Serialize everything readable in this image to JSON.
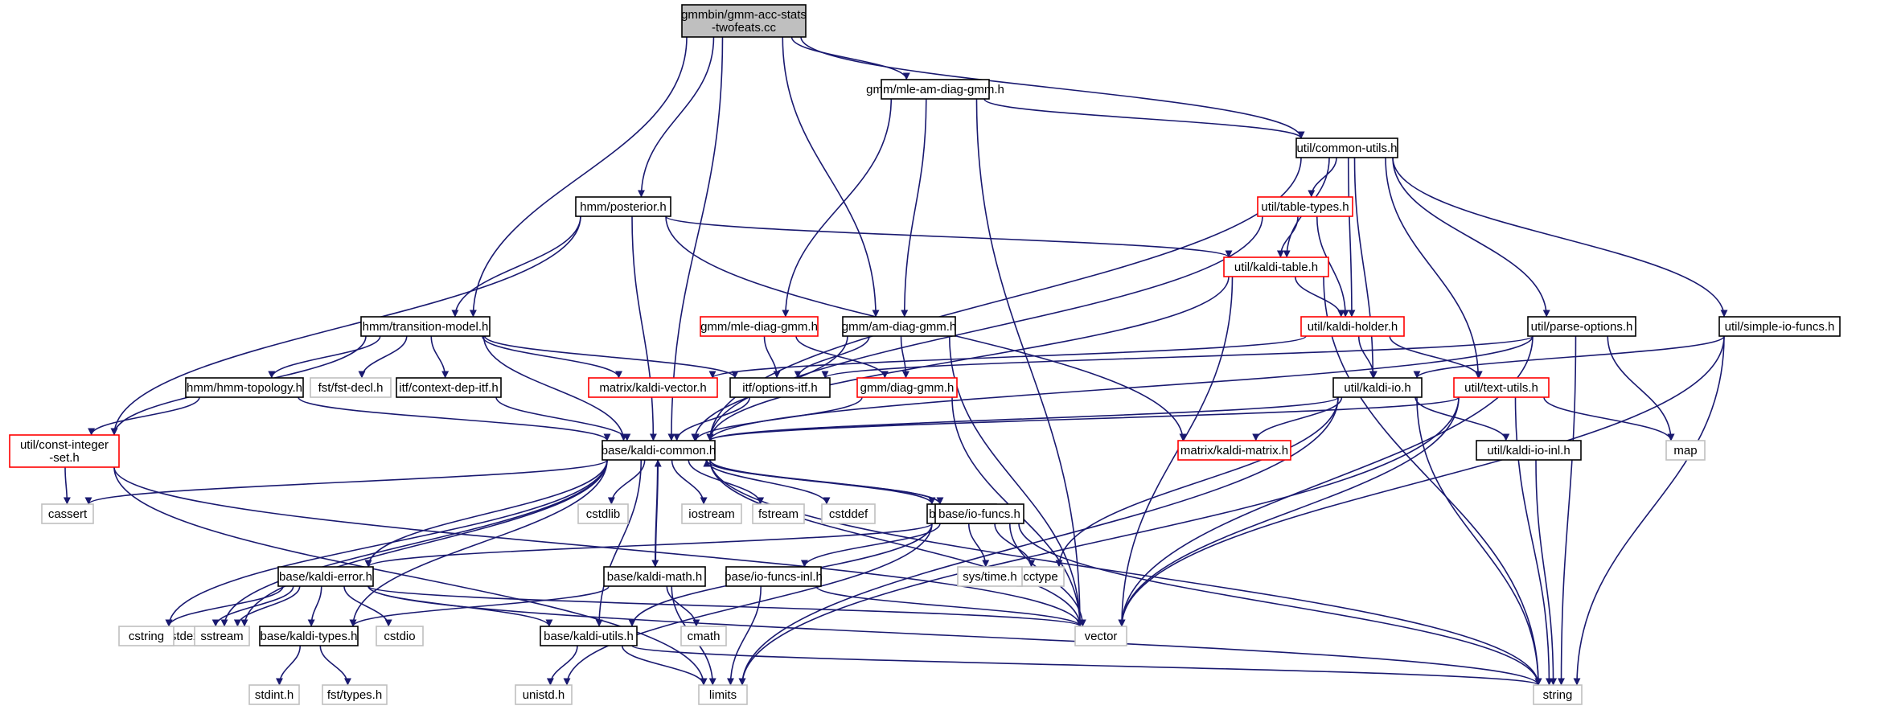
{
  "colors": {
    "edge": "#191970",
    "root_fill": "#bfbfbf",
    "root_border": "#000000",
    "documented_border": "#000000",
    "truncated_border": "#ff0000",
    "external_border": "#bfbfbf",
    "external_text": "#000000",
    "background": "#ffffff"
  },
  "nodes": [
    {
      "id": "root",
      "lines": [
        "gmmbin/gmm-acc-stats",
        "-twofeats.cc"
      ],
      "kind": "root"
    },
    {
      "id": "mle_am",
      "lines": [
        "gmm/mle-am-diag-gmm.h"
      ],
      "kind": "documented"
    },
    {
      "id": "common_utils",
      "lines": [
        "util/common-utils.h"
      ],
      "kind": "documented"
    },
    {
      "id": "posterior",
      "lines": [
        "hmm/posterior.h"
      ],
      "kind": "documented"
    },
    {
      "id": "table_types",
      "lines": [
        "util/table-types.h"
      ],
      "kind": "truncated"
    },
    {
      "id": "kaldi_table",
      "lines": [
        "util/kaldi-table.h"
      ],
      "kind": "truncated"
    },
    {
      "id": "transition_model",
      "lines": [
        "hmm/transition-model.h"
      ],
      "kind": "documented"
    },
    {
      "id": "mle_diag",
      "lines": [
        "gmm/mle-diag-gmm.h"
      ],
      "kind": "truncated"
    },
    {
      "id": "am_diag",
      "lines": [
        "gmm/am-diag-gmm.h"
      ],
      "kind": "documented"
    },
    {
      "id": "kaldi_holder",
      "lines": [
        "util/kaldi-holder.h"
      ],
      "kind": "truncated"
    },
    {
      "id": "parse_options",
      "lines": [
        "util/parse-options.h"
      ],
      "kind": "documented"
    },
    {
      "id": "simple_io",
      "lines": [
        "util/simple-io-funcs.h"
      ],
      "kind": "documented"
    },
    {
      "id": "hmm_topology",
      "lines": [
        "hmm/hmm-topology.h"
      ],
      "kind": "documented"
    },
    {
      "id": "fst_decl",
      "lines": [
        "fst/fst-decl.h"
      ],
      "kind": "external"
    },
    {
      "id": "context_dep",
      "lines": [
        "itf/context-dep-itf.h"
      ],
      "kind": "documented"
    },
    {
      "id": "kaldi_vector",
      "lines": [
        "matrix/kaldi-vector.h"
      ],
      "kind": "truncated"
    },
    {
      "id": "options_itf",
      "lines": [
        "itf/options-itf.h"
      ],
      "kind": "documented"
    },
    {
      "id": "diag_gmm",
      "lines": [
        "gmm/diag-gmm.h"
      ],
      "kind": "truncated"
    },
    {
      "id": "kaldi_io",
      "lines": [
        "util/kaldi-io.h"
      ],
      "kind": "documented"
    },
    {
      "id": "text_utils",
      "lines": [
        "util/text-utils.h"
      ],
      "kind": "truncated"
    },
    {
      "id": "const_int_set",
      "lines": [
        "util/const-integer",
        "-set.h"
      ],
      "kind": "truncated"
    },
    {
      "id": "kaldi_common",
      "lines": [
        "base/kaldi-common.h"
      ],
      "kind": "documented"
    },
    {
      "id": "kaldi_matrix",
      "lines": [
        "matrix/kaldi-matrix.h"
      ],
      "kind": "truncated"
    },
    {
      "id": "kaldi_io_inl",
      "lines": [
        "util/kaldi-io-inl.h"
      ],
      "kind": "documented"
    },
    {
      "id": "map",
      "lines": [
        "map"
      ],
      "kind": "external"
    },
    {
      "id": "cassert",
      "lines": [
        "cassert"
      ],
      "kind": "external"
    },
    {
      "id": "timer",
      "lines": [
        "base/timer.h"
      ],
      "kind": "documented"
    },
    {
      "id": "cstdlib",
      "lines": [
        "cstdlib"
      ],
      "kind": "external"
    },
    {
      "id": "iostream",
      "lines": [
        "iostream"
      ],
      "kind": "external"
    },
    {
      "id": "fstream",
      "lines": [
        "fstream"
      ],
      "kind": "external"
    },
    {
      "id": "cstddef",
      "lines": [
        "cstddef"
      ],
      "kind": "external"
    },
    {
      "id": "io_funcs",
      "lines": [
        "base/io-funcs.h"
      ],
      "kind": "documented"
    },
    {
      "id": "cctype",
      "lines": [
        "cctype"
      ],
      "kind": "external"
    },
    {
      "id": "sys_time",
      "lines": [
        "sys/time.h"
      ],
      "kind": "external"
    },
    {
      "id": "kaldi_error",
      "lines": [
        "base/kaldi-error.h"
      ],
      "kind": "documented"
    },
    {
      "id": "kaldi_math",
      "lines": [
        "base/kaldi-math.h"
      ],
      "kind": "documented"
    },
    {
      "id": "io_funcs_inl",
      "lines": [
        "base/io-funcs-inl.h"
      ],
      "kind": "documented"
    },
    {
      "id": "stdexcept",
      "lines": [
        "stdexcept"
      ],
      "kind": "external"
    },
    {
      "id": "cstring",
      "lines": [
        "cstring"
      ],
      "kind": "external"
    },
    {
      "id": "sstream",
      "lines": [
        "sstream"
      ],
      "kind": "external"
    },
    {
      "id": "kaldi_types",
      "lines": [
        "base/kaldi-types.h"
      ],
      "kind": "documented"
    },
    {
      "id": "cstdio",
      "lines": [
        "cstdio"
      ],
      "kind": "external"
    },
    {
      "id": "cmath",
      "lines": [
        "cmath"
      ],
      "kind": "external"
    },
    {
      "id": "kaldi_utils",
      "lines": [
        "base/kaldi-utils.h"
      ],
      "kind": "documented"
    },
    {
      "id": "vector",
      "lines": [
        "vector"
      ],
      "kind": "external"
    },
    {
      "id": "stdint",
      "lines": [
        "stdint.h"
      ],
      "kind": "external"
    },
    {
      "id": "fst_types",
      "lines": [
        "fst/types.h"
      ],
      "kind": "external"
    },
    {
      "id": "unistd",
      "lines": [
        "unistd.h"
      ],
      "kind": "external"
    },
    {
      "id": "limits",
      "lines": [
        "limits"
      ],
      "kind": "external"
    },
    {
      "id": "string",
      "lines": [
        "string"
      ],
      "kind": "external"
    }
  ],
  "edges": [
    [
      "root",
      "mle_am"
    ],
    [
      "root",
      "common_utils"
    ],
    [
      "root",
      "posterior"
    ],
    [
      "root",
      "transition_model"
    ],
    [
      "root",
      "am_diag"
    ],
    [
      "root",
      "kaldi_common"
    ],
    [
      "mle_am",
      "common_utils"
    ],
    [
      "mle_am",
      "mle_diag"
    ],
    [
      "mle_am",
      "am_diag"
    ],
    [
      "mle_am",
      "vector"
    ],
    [
      "common_utils",
      "table_types"
    ],
    [
      "common_utils",
      "kaldi_table"
    ],
    [
      "common_utils",
      "kaldi_holder"
    ],
    [
      "common_utils",
      "parse_options"
    ],
    [
      "common_utils",
      "simple_io"
    ],
    [
      "common_utils",
      "kaldi_io"
    ],
    [
      "common_utils",
      "text_utils"
    ],
    [
      "common_utils",
      "kaldi_common"
    ],
    [
      "posterior",
      "kaldi_table"
    ],
    [
      "posterior",
      "transition_model"
    ],
    [
      "posterior",
      "const_int_set"
    ],
    [
      "posterior",
      "kaldi_common"
    ],
    [
      "posterior",
      "kaldi_matrix"
    ],
    [
      "table_types",
      "kaldi_table"
    ],
    [
      "table_types",
      "kaldi_holder"
    ],
    [
      "table_types",
      "kaldi_common"
    ],
    [
      "kaldi_table",
      "kaldi_holder"
    ],
    [
      "kaldi_table",
      "kaldi_common"
    ],
    [
      "kaldi_table",
      "vector"
    ],
    [
      "kaldi_table",
      "string"
    ],
    [
      "transition_model",
      "hmm_topology"
    ],
    [
      "transition_model",
      "fst_decl"
    ],
    [
      "transition_model",
      "context_dep"
    ],
    [
      "transition_model",
      "kaldi_vector"
    ],
    [
      "transition_model",
      "options_itf"
    ],
    [
      "transition_model",
      "const_int_set"
    ],
    [
      "transition_model",
      "kaldi_common"
    ],
    [
      "mle_diag",
      "options_itf"
    ],
    [
      "mle_diag",
      "diag_gmm"
    ],
    [
      "am_diag",
      "options_itf"
    ],
    [
      "am_diag",
      "diag_gmm"
    ],
    [
      "am_diag",
      "kaldi_common"
    ],
    [
      "am_diag",
      "vector"
    ],
    [
      "kaldi_holder",
      "kaldi_vector"
    ],
    [
      "kaldi_holder",
      "kaldi_io"
    ],
    [
      "kaldi_holder",
      "text_utils"
    ],
    [
      "parse_options",
      "options_itf"
    ],
    [
      "parse_options",
      "kaldi_common"
    ],
    [
      "parse_options",
      "map"
    ],
    [
      "parse_options",
      "vector"
    ],
    [
      "parse_options",
      "string"
    ],
    [
      "simple_io",
      "kaldi_io"
    ],
    [
      "simple_io",
      "vector"
    ],
    [
      "simple_io",
      "string"
    ],
    [
      "hmm_topology",
      "const_int_set"
    ],
    [
      "hmm_topology",
      "kaldi_common"
    ],
    [
      "context_dep",
      "kaldi_common"
    ],
    [
      "options_itf",
      "kaldi_common"
    ],
    [
      "diag_gmm",
      "kaldi_common"
    ],
    [
      "diag_gmm",
      "vector"
    ],
    [
      "kaldi_io",
      "kaldi_common"
    ],
    [
      "kaldi_io",
      "kaldi_matrix"
    ],
    [
      "kaldi_io",
      "kaldi_io_inl"
    ],
    [
      "kaldi_io",
      "cctype"
    ],
    [
      "kaldi_io",
      "limits"
    ],
    [
      "kaldi_io",
      "string"
    ],
    [
      "text_utils",
      "kaldi_common"
    ],
    [
      "text_utils",
      "map"
    ],
    [
      "text_utils",
      "vector"
    ],
    [
      "text_utils",
      "limits"
    ],
    [
      "text_utils",
      "string"
    ],
    [
      "const_int_set",
      "cassert"
    ],
    [
      "const_int_set",
      "vector"
    ],
    [
      "const_int_set",
      "limits"
    ],
    [
      "kaldi_io_inl",
      "string"
    ],
    [
      "kaldi_common",
      "cassert"
    ],
    [
      "kaldi_common",
      "timer"
    ],
    [
      "kaldi_common",
      "cstdlib"
    ],
    [
      "kaldi_common",
      "iostream"
    ],
    [
      "kaldi_common",
      "fstream"
    ],
    [
      "kaldi_common",
      "cstddef"
    ],
    [
      "kaldi_common",
      "io_funcs"
    ],
    [
      "kaldi_common",
      "kaldi_error"
    ],
    [
      "kaldi_common",
      "kaldi_math"
    ],
    [
      "kaldi_common",
      "stdexcept"
    ],
    [
      "kaldi_common",
      "cstring"
    ],
    [
      "kaldi_common",
      "sstream"
    ],
    [
      "kaldi_common",
      "kaldi_types"
    ],
    [
      "kaldi_common",
      "kaldi_utils"
    ],
    [
      "kaldi_common",
      "vector"
    ],
    [
      "kaldi_common",
      "string"
    ],
    [
      "timer",
      "sys_time"
    ],
    [
      "timer",
      "kaldi_error"
    ],
    [
      "timer",
      "kaldi_utils"
    ],
    [
      "timer",
      "unistd"
    ],
    [
      "io_funcs",
      "kaldi_common"
    ],
    [
      "io_funcs",
      "io_funcs_inl"
    ],
    [
      "io_funcs",
      "cctype"
    ],
    [
      "io_funcs",
      "vector"
    ],
    [
      "io_funcs",
      "string"
    ],
    [
      "kaldi_error",
      "stdexcept"
    ],
    [
      "kaldi_error",
      "cstring"
    ],
    [
      "kaldi_error",
      "sstream"
    ],
    [
      "kaldi_error",
      "kaldi_types"
    ],
    [
      "kaldi_error",
      "cstdio"
    ],
    [
      "kaldi_error",
      "kaldi_utils"
    ],
    [
      "kaldi_error",
      "vector"
    ],
    [
      "kaldi_error",
      "string"
    ],
    [
      "kaldi_math",
      "kaldi_common"
    ],
    [
      "kaldi_math",
      "kaldi_types"
    ],
    [
      "kaldi_math",
      "cmath"
    ],
    [
      "kaldi_math",
      "limits"
    ],
    [
      "io_funcs_inl",
      "vector"
    ],
    [
      "io_funcs_inl",
      "limits"
    ],
    [
      "kaldi_types",
      "stdint"
    ],
    [
      "kaldi_types",
      "fst_types"
    ],
    [
      "kaldi_utils",
      "unistd"
    ],
    [
      "kaldi_utils",
      "limits"
    ],
    [
      "kaldi_utils",
      "string"
    ]
  ]
}
